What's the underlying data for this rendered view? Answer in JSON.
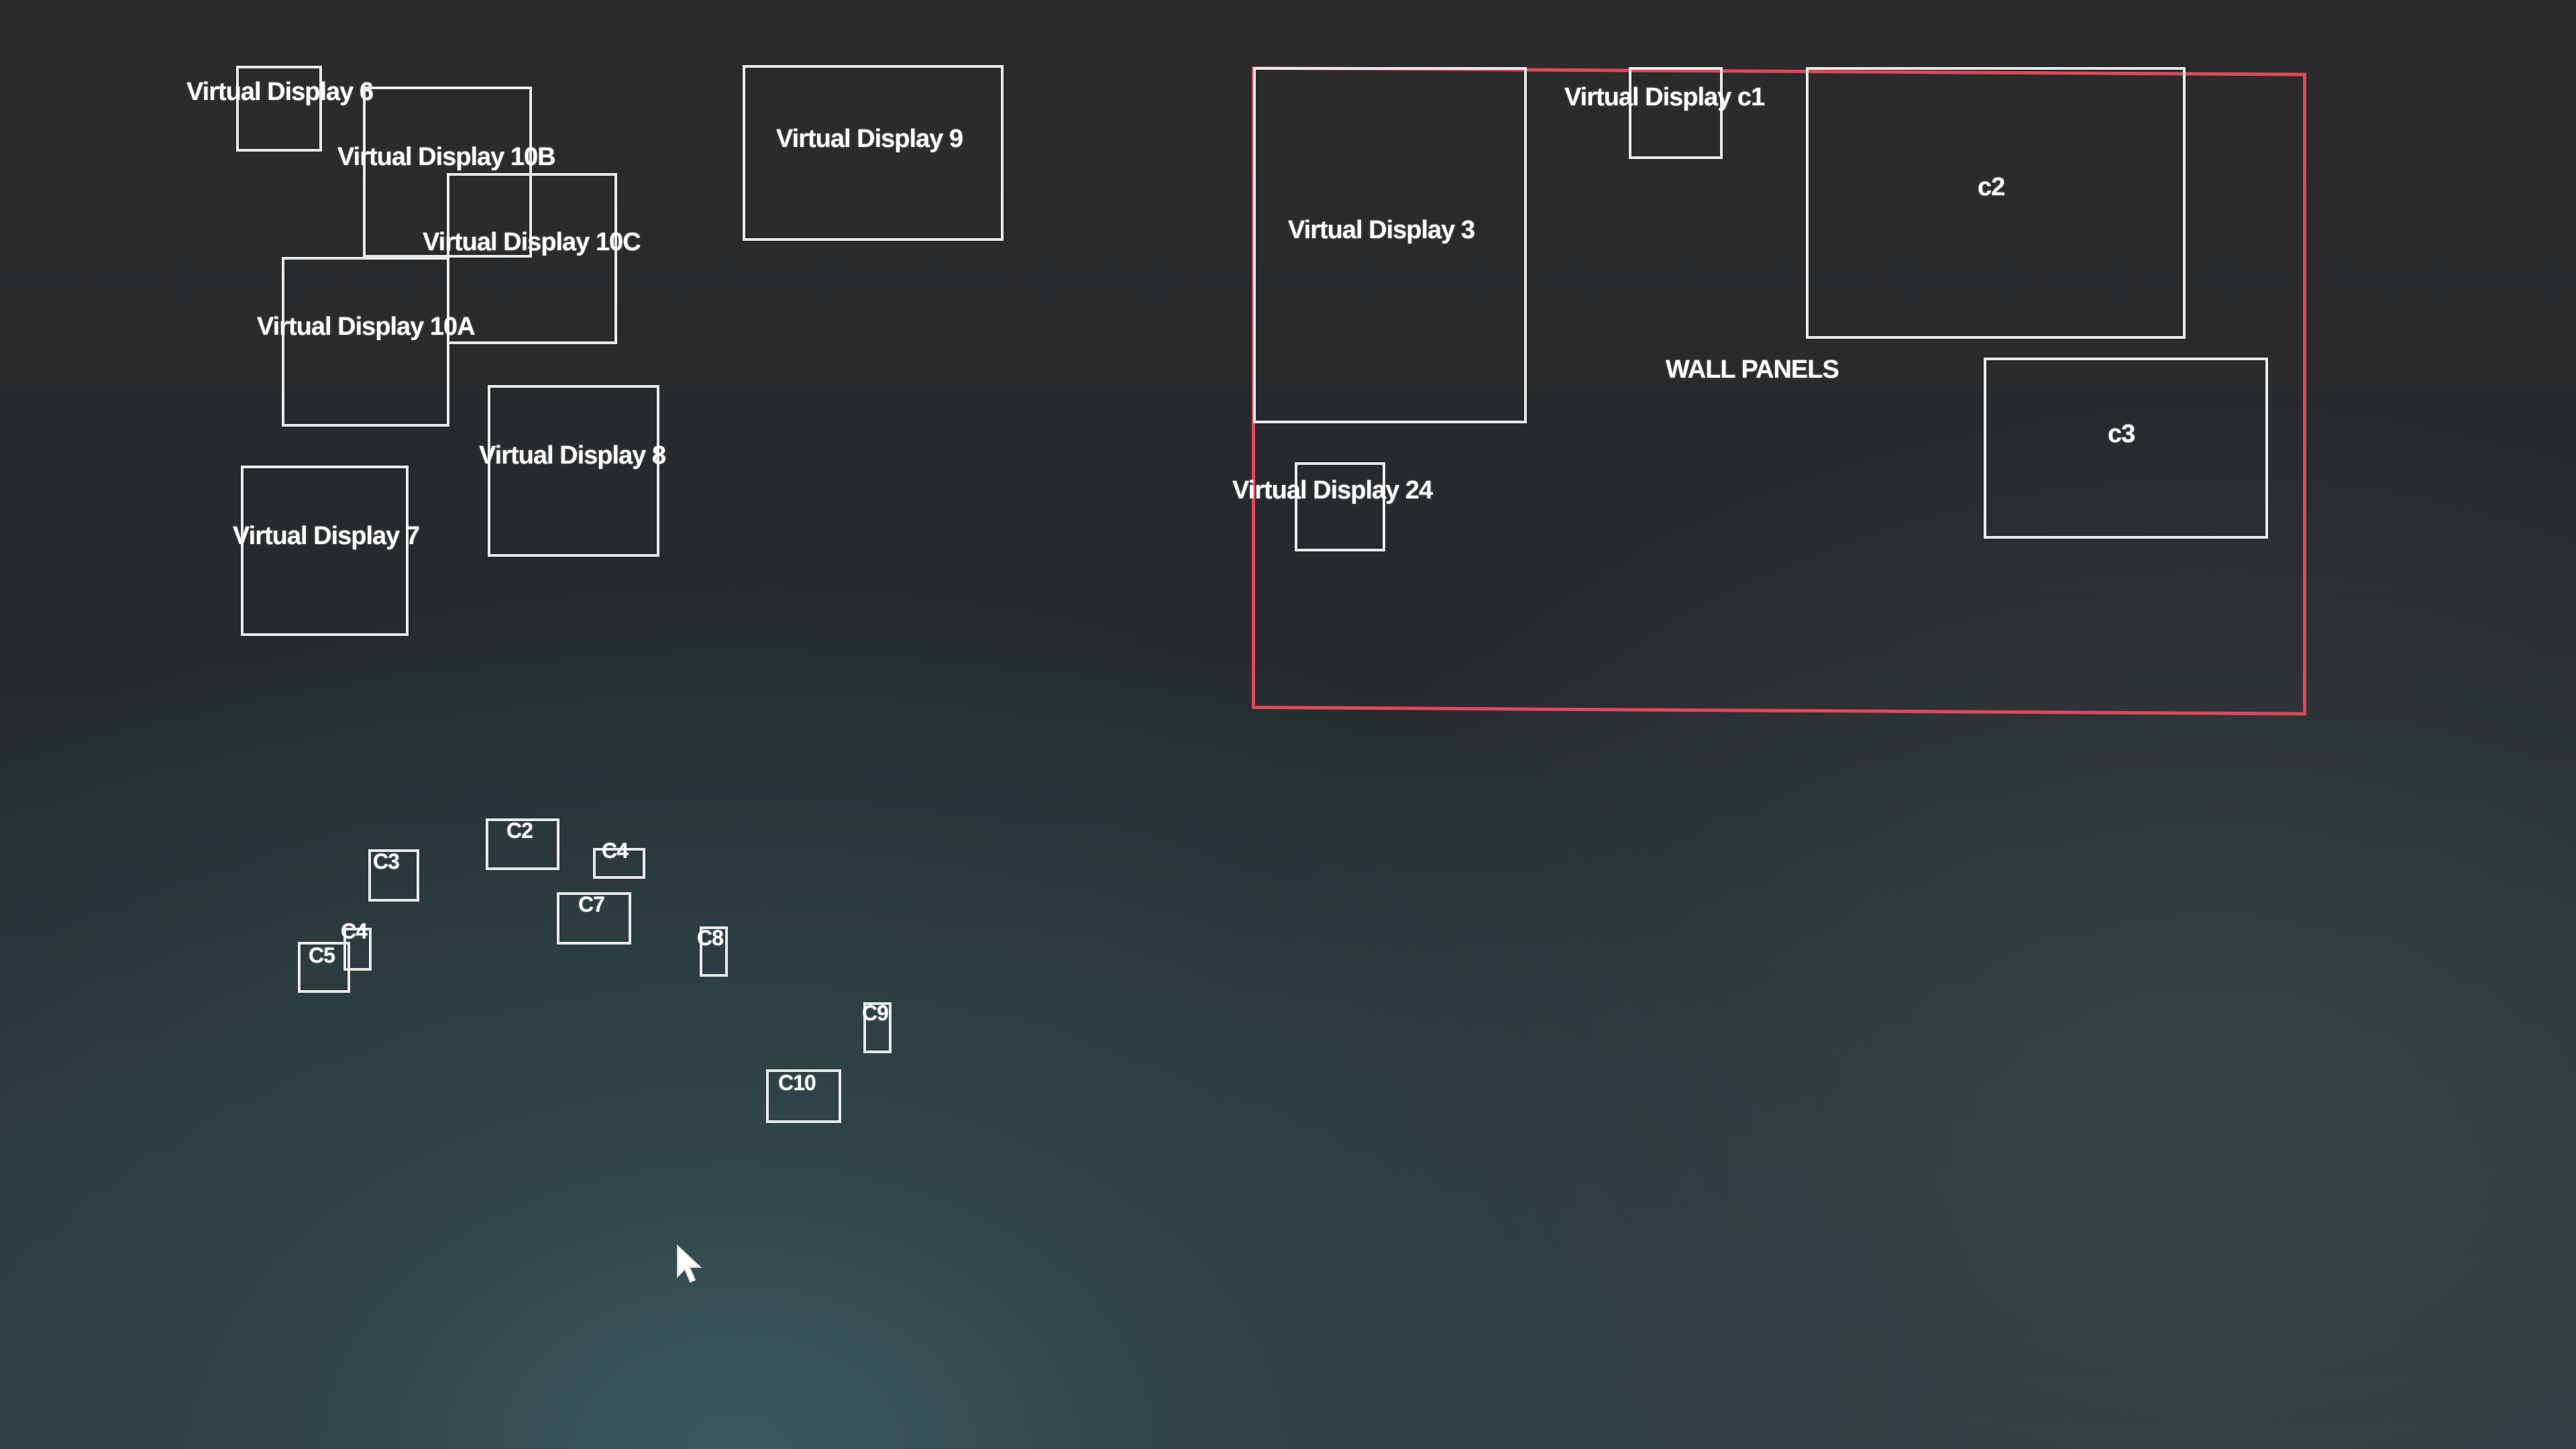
{
  "displays": {
    "vd6": "Virtual Display 6",
    "vd10b": "Virtual Display 10B",
    "vd10c": "Virtual Display 10C",
    "vd10a": "Virtual Display 10A",
    "vd9": "Virtual Display 9",
    "vd8": "Virtual Display 8",
    "vd7": "Virtual Display 7"
  },
  "wall_panels": {
    "title": "WALL PANELS",
    "vd3": "Virtual Display 3",
    "vdc1": "Virtual Display c1",
    "c2": "c2",
    "c3": "c3",
    "vd24": "Virtual Display 24"
  },
  "small_panels": {
    "c2": "C2",
    "c3": "C3",
    "c4a": "C4",
    "c4b": "C4",
    "c5": "C5",
    "c7": "C7",
    "c8": "C8",
    "c9": "C9",
    "c10": "C10"
  },
  "colors": {
    "outline": "#e9e9e9",
    "wall_outline": "#e0485a"
  },
  "icons": {
    "pointer": "mouse-pointer-icon"
  }
}
